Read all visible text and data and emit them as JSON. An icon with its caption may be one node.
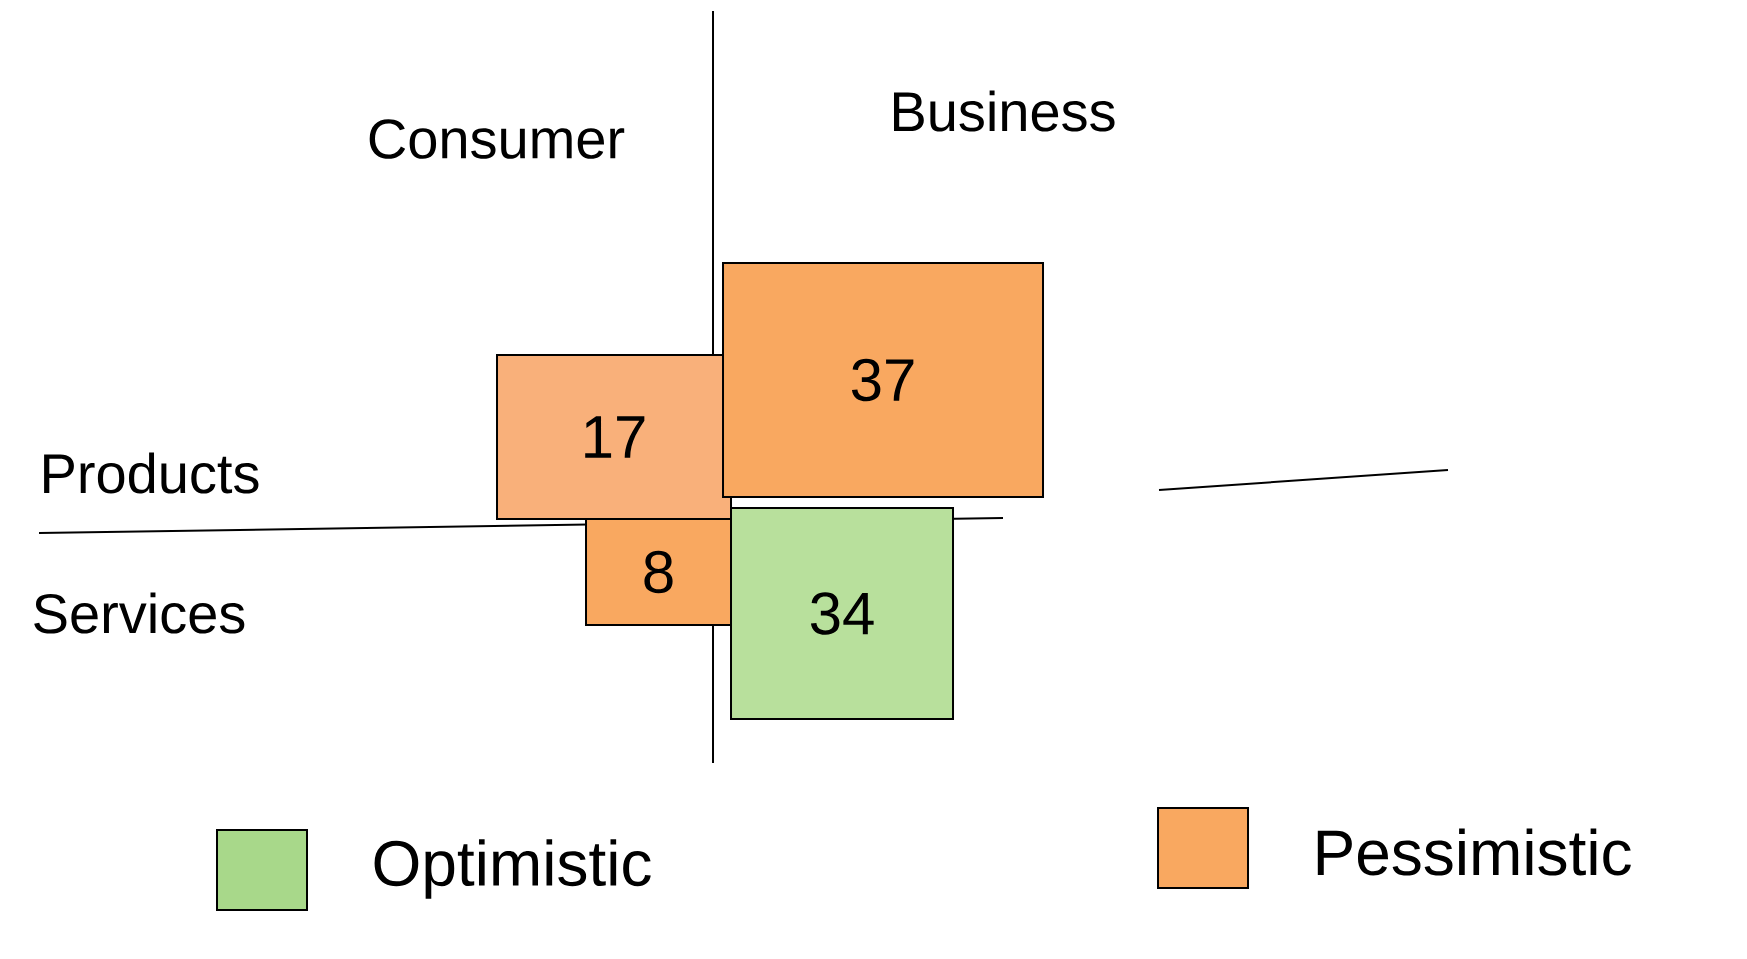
{
  "diagram": {
    "nodes": [
      {
        "text": [
          "17"
        ]
      },
      {
        "text": [
          "37"
        ]
      },
      {
        "text": [
          "8"
        ]
      },
      {
        "text": [
          "34"
        ]
      }
    ],
    "labels": [
      "Consumer",
      "Business",
      "Products",
      "Services"
    ],
    "legend": [
      {
        "text": "Optimistic",
        "color": "#a8d88a"
      },
      {
        "text": "Pessimistic",
        "color": "#f9a860"
      }
    ]
  }
}
